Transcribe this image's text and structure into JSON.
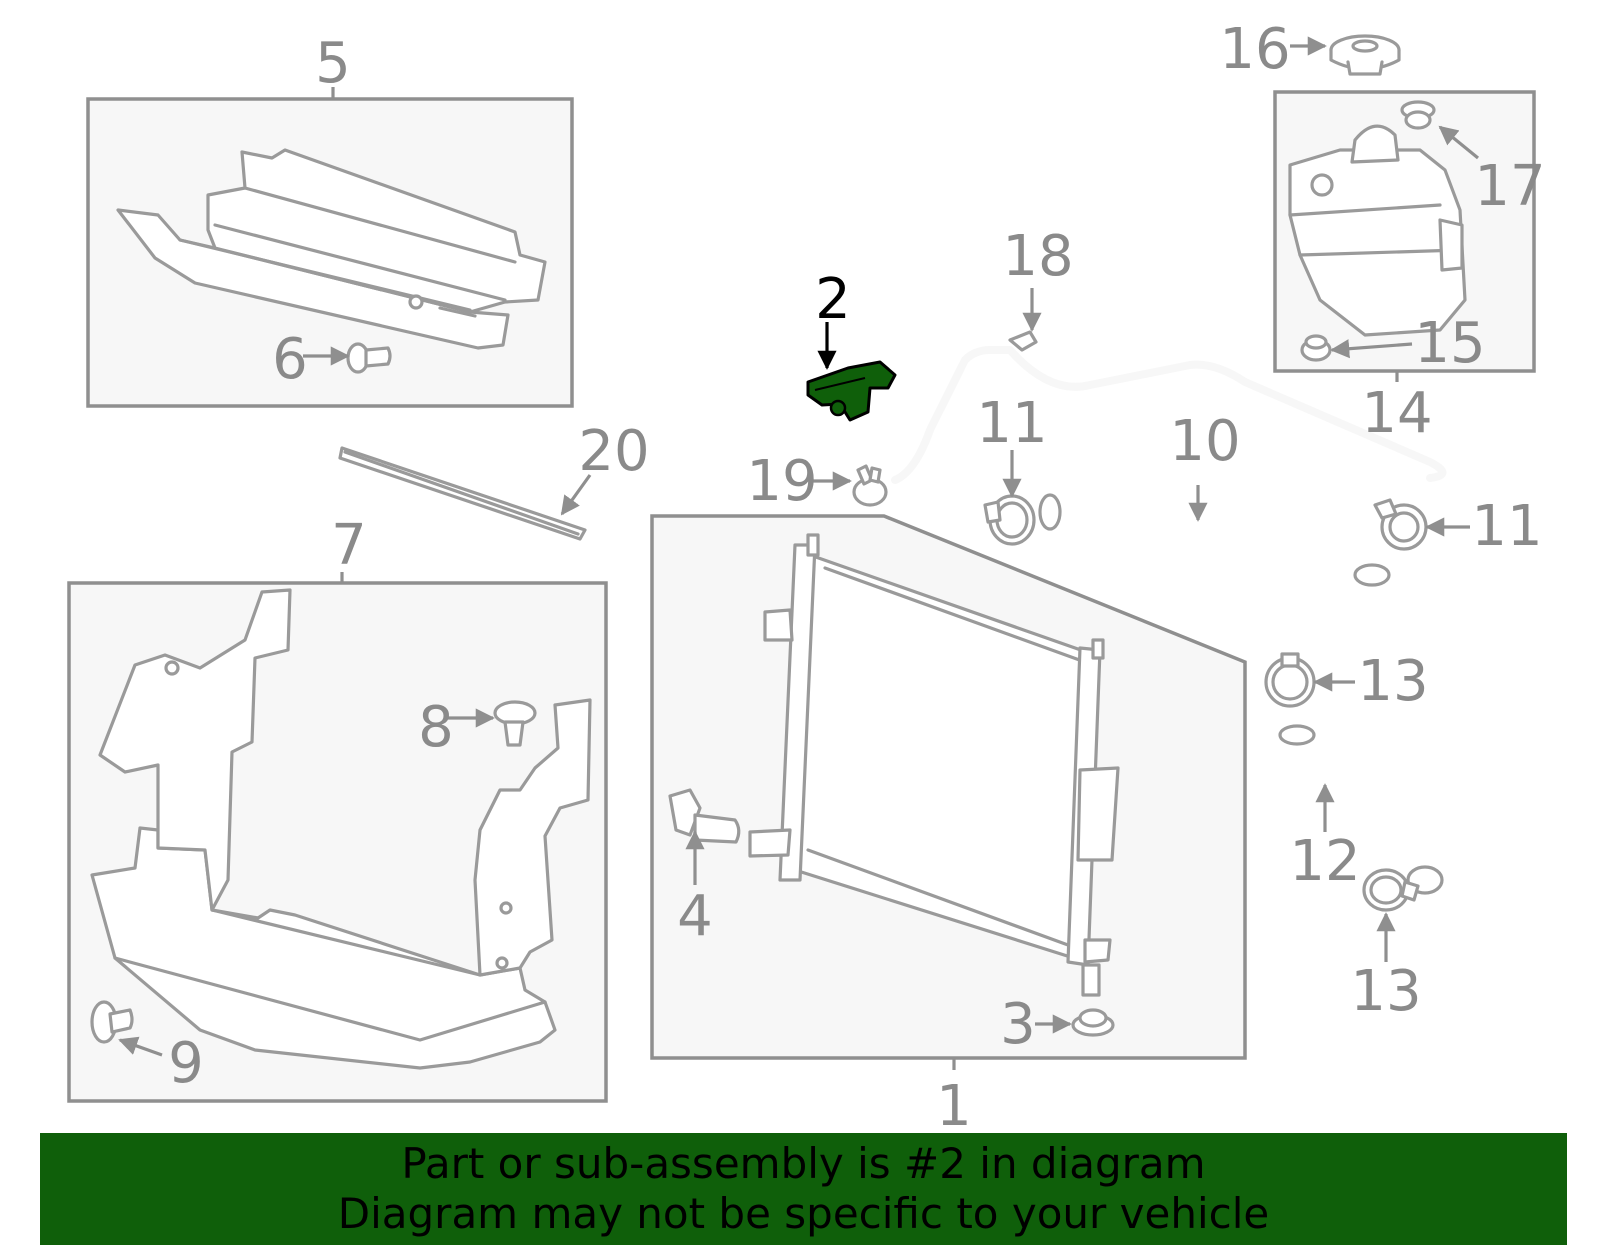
{
  "diagram": {
    "callouts": {
      "c1": "1",
      "c2": "2",
      "c3": "3",
      "c4": "4",
      "c5": "5",
      "c6": "6",
      "c7": "7",
      "c8": "8",
      "c9": "9",
      "c10": "10",
      "c11a": "11",
      "c11b": "11",
      "c12": "12",
      "c13a": "13",
      "c13b": "13",
      "c14": "14",
      "c15": "15",
      "c16": "16",
      "c17": "17",
      "c18": "18",
      "c19": "19",
      "c20": "20"
    },
    "highlighted_part": "2",
    "colors": {
      "highlight": "#0f5f0a",
      "line": "#9a9a9a",
      "box_fill": "#f7f7f7"
    }
  },
  "banner": {
    "line1": "Part or sub-assembly is #2 in diagram",
    "line2": "Diagram may not be specific to your vehicle"
  }
}
